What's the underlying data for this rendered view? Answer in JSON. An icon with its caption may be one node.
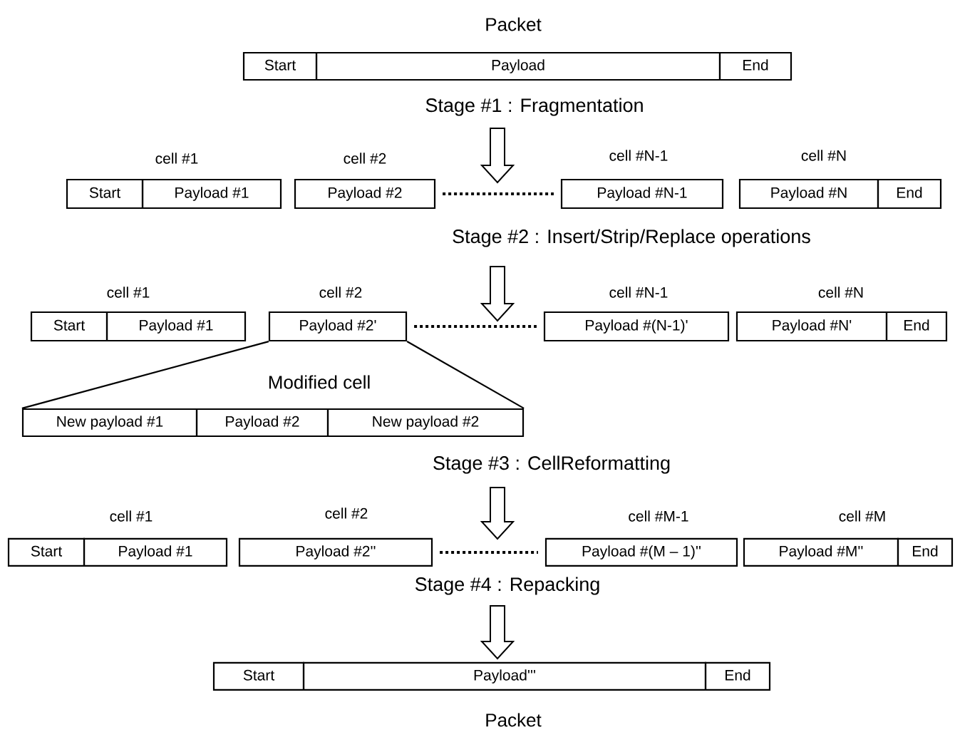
{
  "diagram": {
    "nodes": [
      {
        "text": [
          "Start"
        ]
      },
      {
        "text": [
          "Payload"
        ]
      },
      {
        "text": [
          "End"
        ]
      },
      {
        "text": [
          "Start"
        ]
      },
      {
        "text": [
          "Payload #1"
        ]
      },
      {
        "text": [
          "Payload #2"
        ]
      },
      {
        "text": [
          "Payload #N-1"
        ]
      },
      {
        "text": [
          "Payload #N"
        ]
      },
      {
        "text": [
          "End"
        ]
      },
      {
        "text": [
          "Start"
        ]
      },
      {
        "text": [
          "Payload #1"
        ]
      },
      {
        "text": [
          "Payload #2'"
        ]
      },
      {
        "text": [
          "Payload #(N-1)'"
        ]
      },
      {
        "text": [
          "Payload #N'"
        ]
      },
      {
        "text": [
          "End"
        ]
      },
      {
        "text": [
          "New payload #1"
        ]
      },
      {
        "text": [
          "Payload #2"
        ]
      },
      {
        "text": [
          "New payload #2"
        ]
      },
      {
        "text": [
          "Start"
        ]
      },
      {
        "text": [
          "Payload #1"
        ]
      },
      {
        "text": [
          "Payload #2''"
        ]
      },
      {
        "text": [
          "Payload #(M – 1)''"
        ]
      },
      {
        "text": [
          "Payload #M''"
        ]
      },
      {
        "text": [
          "End"
        ]
      },
      {
        "text": [
          "Start"
        ]
      },
      {
        "text": [
          "Payload'''"
        ]
      },
      {
        "text": [
          "End"
        ]
      }
    ],
    "edges": [
      {
        "from": 5,
        "to": 6,
        "arrow": "none",
        "style": "dashed"
      },
      {
        "from": 11,
        "to": 12,
        "arrow": "none",
        "style": "dashed"
      },
      {
        "from": 11,
        "to": 15,
        "arrow": "none"
      },
      {
        "from": 11,
        "to": 17,
        "arrow": "none"
      },
      {
        "from": 20,
        "to": 21,
        "arrow": "none",
        "style": "dashed"
      }
    ],
    "labels": [
      "Packet",
      "Stage #1 : Fragmentation",
      "cell #1",
      "cell #2",
      "cell #N-1",
      "cell #N",
      "Stage #2 : Insert/Strip/Replace operations",
      "cell #1",
      "cell #2",
      "cell #N-1",
      "cell #N",
      "Modified cell",
      "Stage #3 : CellReformatting",
      "cell #1",
      "cell #2",
      "cell #M-1",
      "cell #M",
      "Stage #4 : Repacking",
      "Packet"
    ]
  }
}
